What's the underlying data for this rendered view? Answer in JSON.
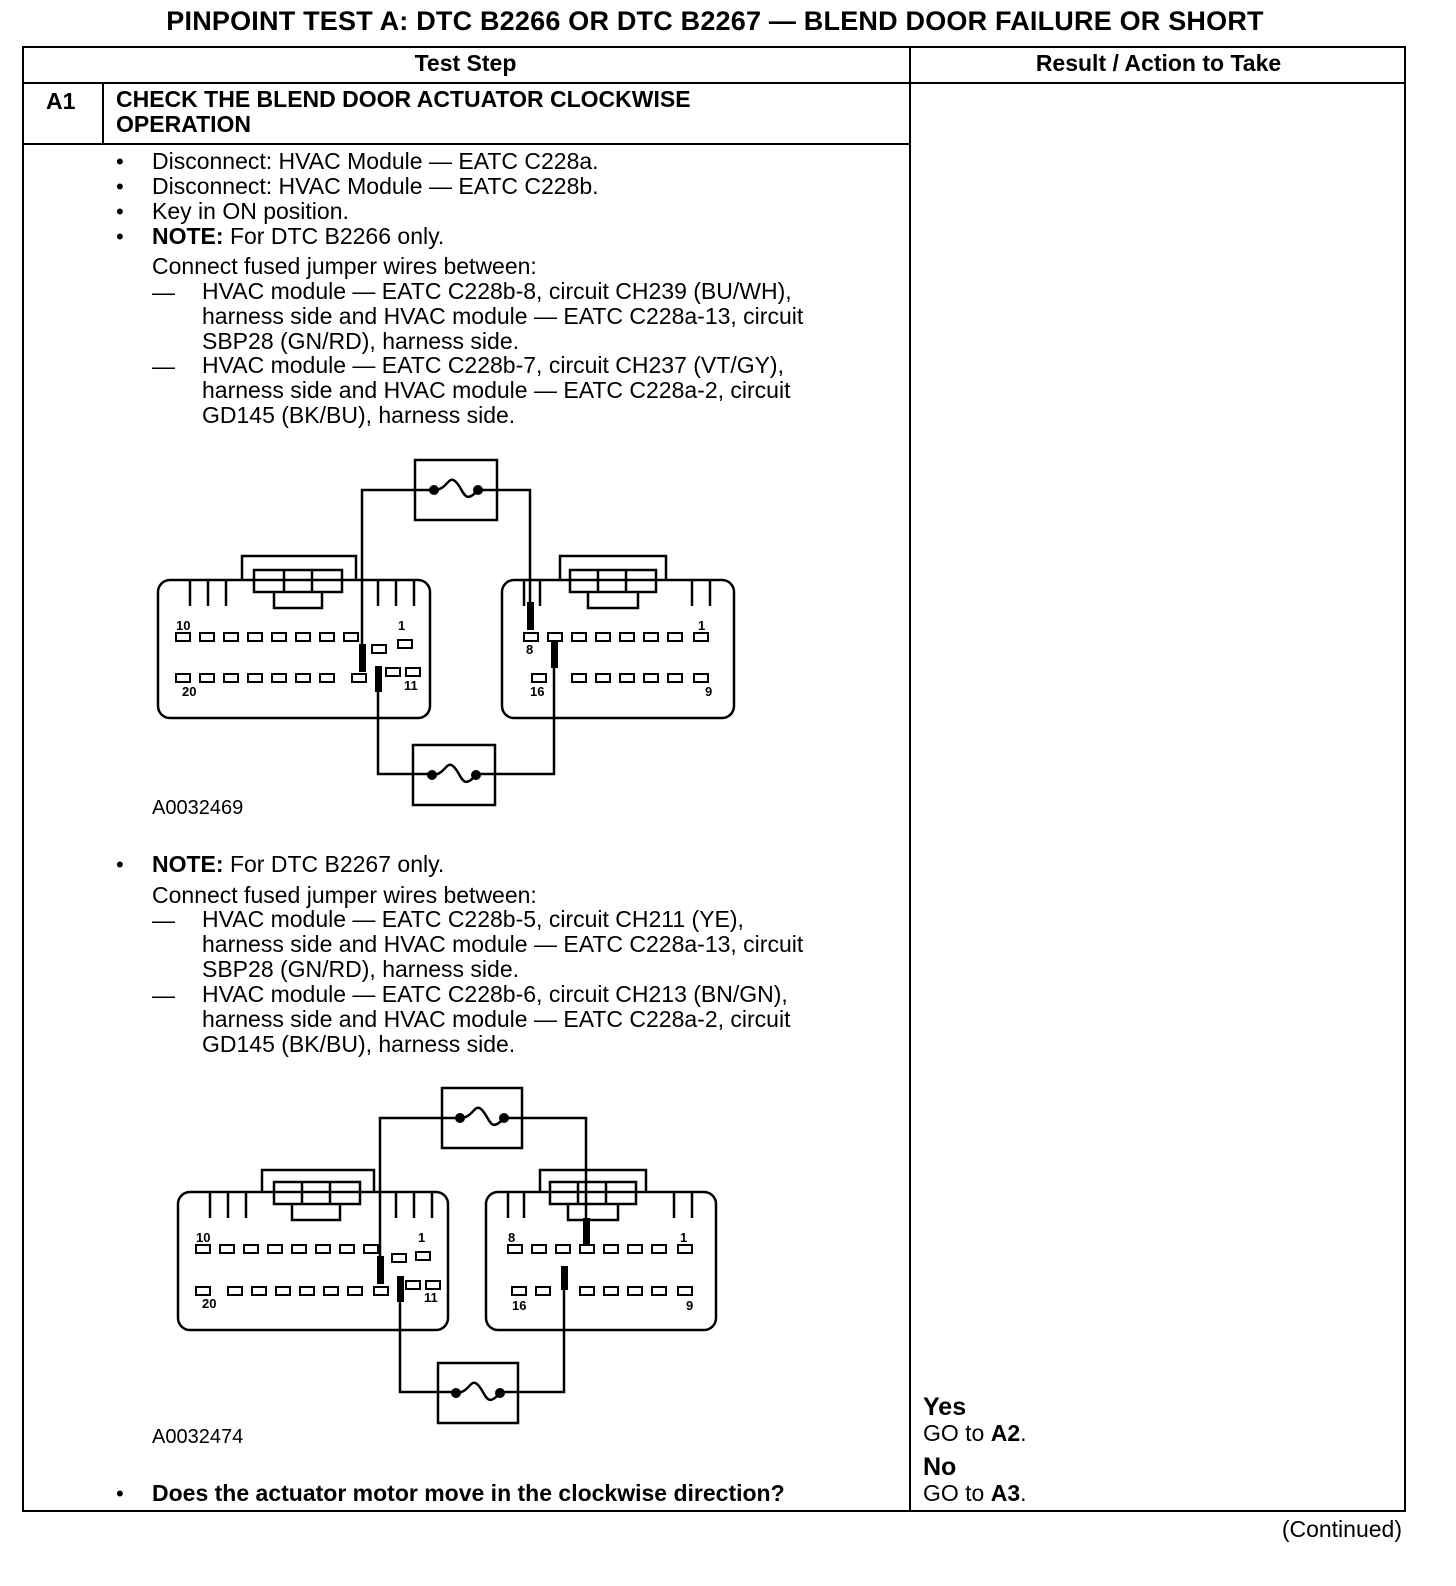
{
  "title": "PINPOINT TEST  A: DTC B2266 OR DTC B2267 — BLEND DOOR FAILURE OR SHORT",
  "headers": {
    "test_step": "Test Step",
    "result": "Result / Action to Take"
  },
  "step": {
    "id": "A1",
    "title_line1": "CHECK THE BLEND DOOR ACTUATOR CLOCKWISE",
    "title_line2": "OPERATION"
  },
  "instructions": {
    "b1": "Disconnect: HVAC Module — EATC C228a.",
    "b2": "Disconnect: HVAC Module — EATC C228b.",
    "b3": "Key in ON position.",
    "note1_label": "NOTE:",
    "note1_text": " For DTC B2266 only.",
    "connect1": "Connect fused jumper wires between:",
    "n1d1_l1": "HVAC module — EATC C228b-8, circuit CH239 (BU/WH),",
    "n1d1_l2": "harness side and HVAC module — EATC C228a-13, circuit",
    "n1d1_l3": "SBP28 (GN/RD), harness side.",
    "n1d2_l1": "HVAC module — EATC C228b-7, circuit CH237 (VT/GY),",
    "n1d2_l2": "harness side and HVAC module — EATC C228a-2, circuit",
    "n1d2_l3": "GD145 (BK/BU), harness side.",
    "fig1_id": "A0032469",
    "note2_label": "NOTE:",
    "note2_text": " For DTC B2267 only.",
    "connect2": "Connect fused jumper wires between:",
    "n2d1_l1": "HVAC module — EATC C228b-5, circuit CH211 (YE),",
    "n2d1_l2": "harness side and HVAC module — EATC C228a-13, circuit",
    "n2d1_l3": "SBP28 (GN/RD), harness side.",
    "n2d2_l1": "HVAC module — EATC C228b-6, circuit CH213 (BN/GN),",
    "n2d2_l2": "harness side and HVAC module — EATC C228a-2, circuit",
    "n2d2_l3": "GD145 (BK/BU), harness side.",
    "fig2_id": "A0032474",
    "question": "Does the actuator motor move in the clockwise direction?"
  },
  "diagram_labels": {
    "c1_top_left": "10",
    "c1_top_right": "1",
    "c1_bot_left": "20",
    "c1_bot_right": "11",
    "c2_top_left": "8",
    "c2_top_right": "1",
    "c2_bot_left": "16",
    "c2_bot_right": "9"
  },
  "results": {
    "yes_label": "Yes",
    "yes_prefix": "GO to ",
    "yes_target": "A2",
    "yes_suffix": ".",
    "no_label": "No",
    "no_prefix": "GO to ",
    "no_target": "A3",
    "no_suffix": "."
  },
  "continued": "(Continued)"
}
